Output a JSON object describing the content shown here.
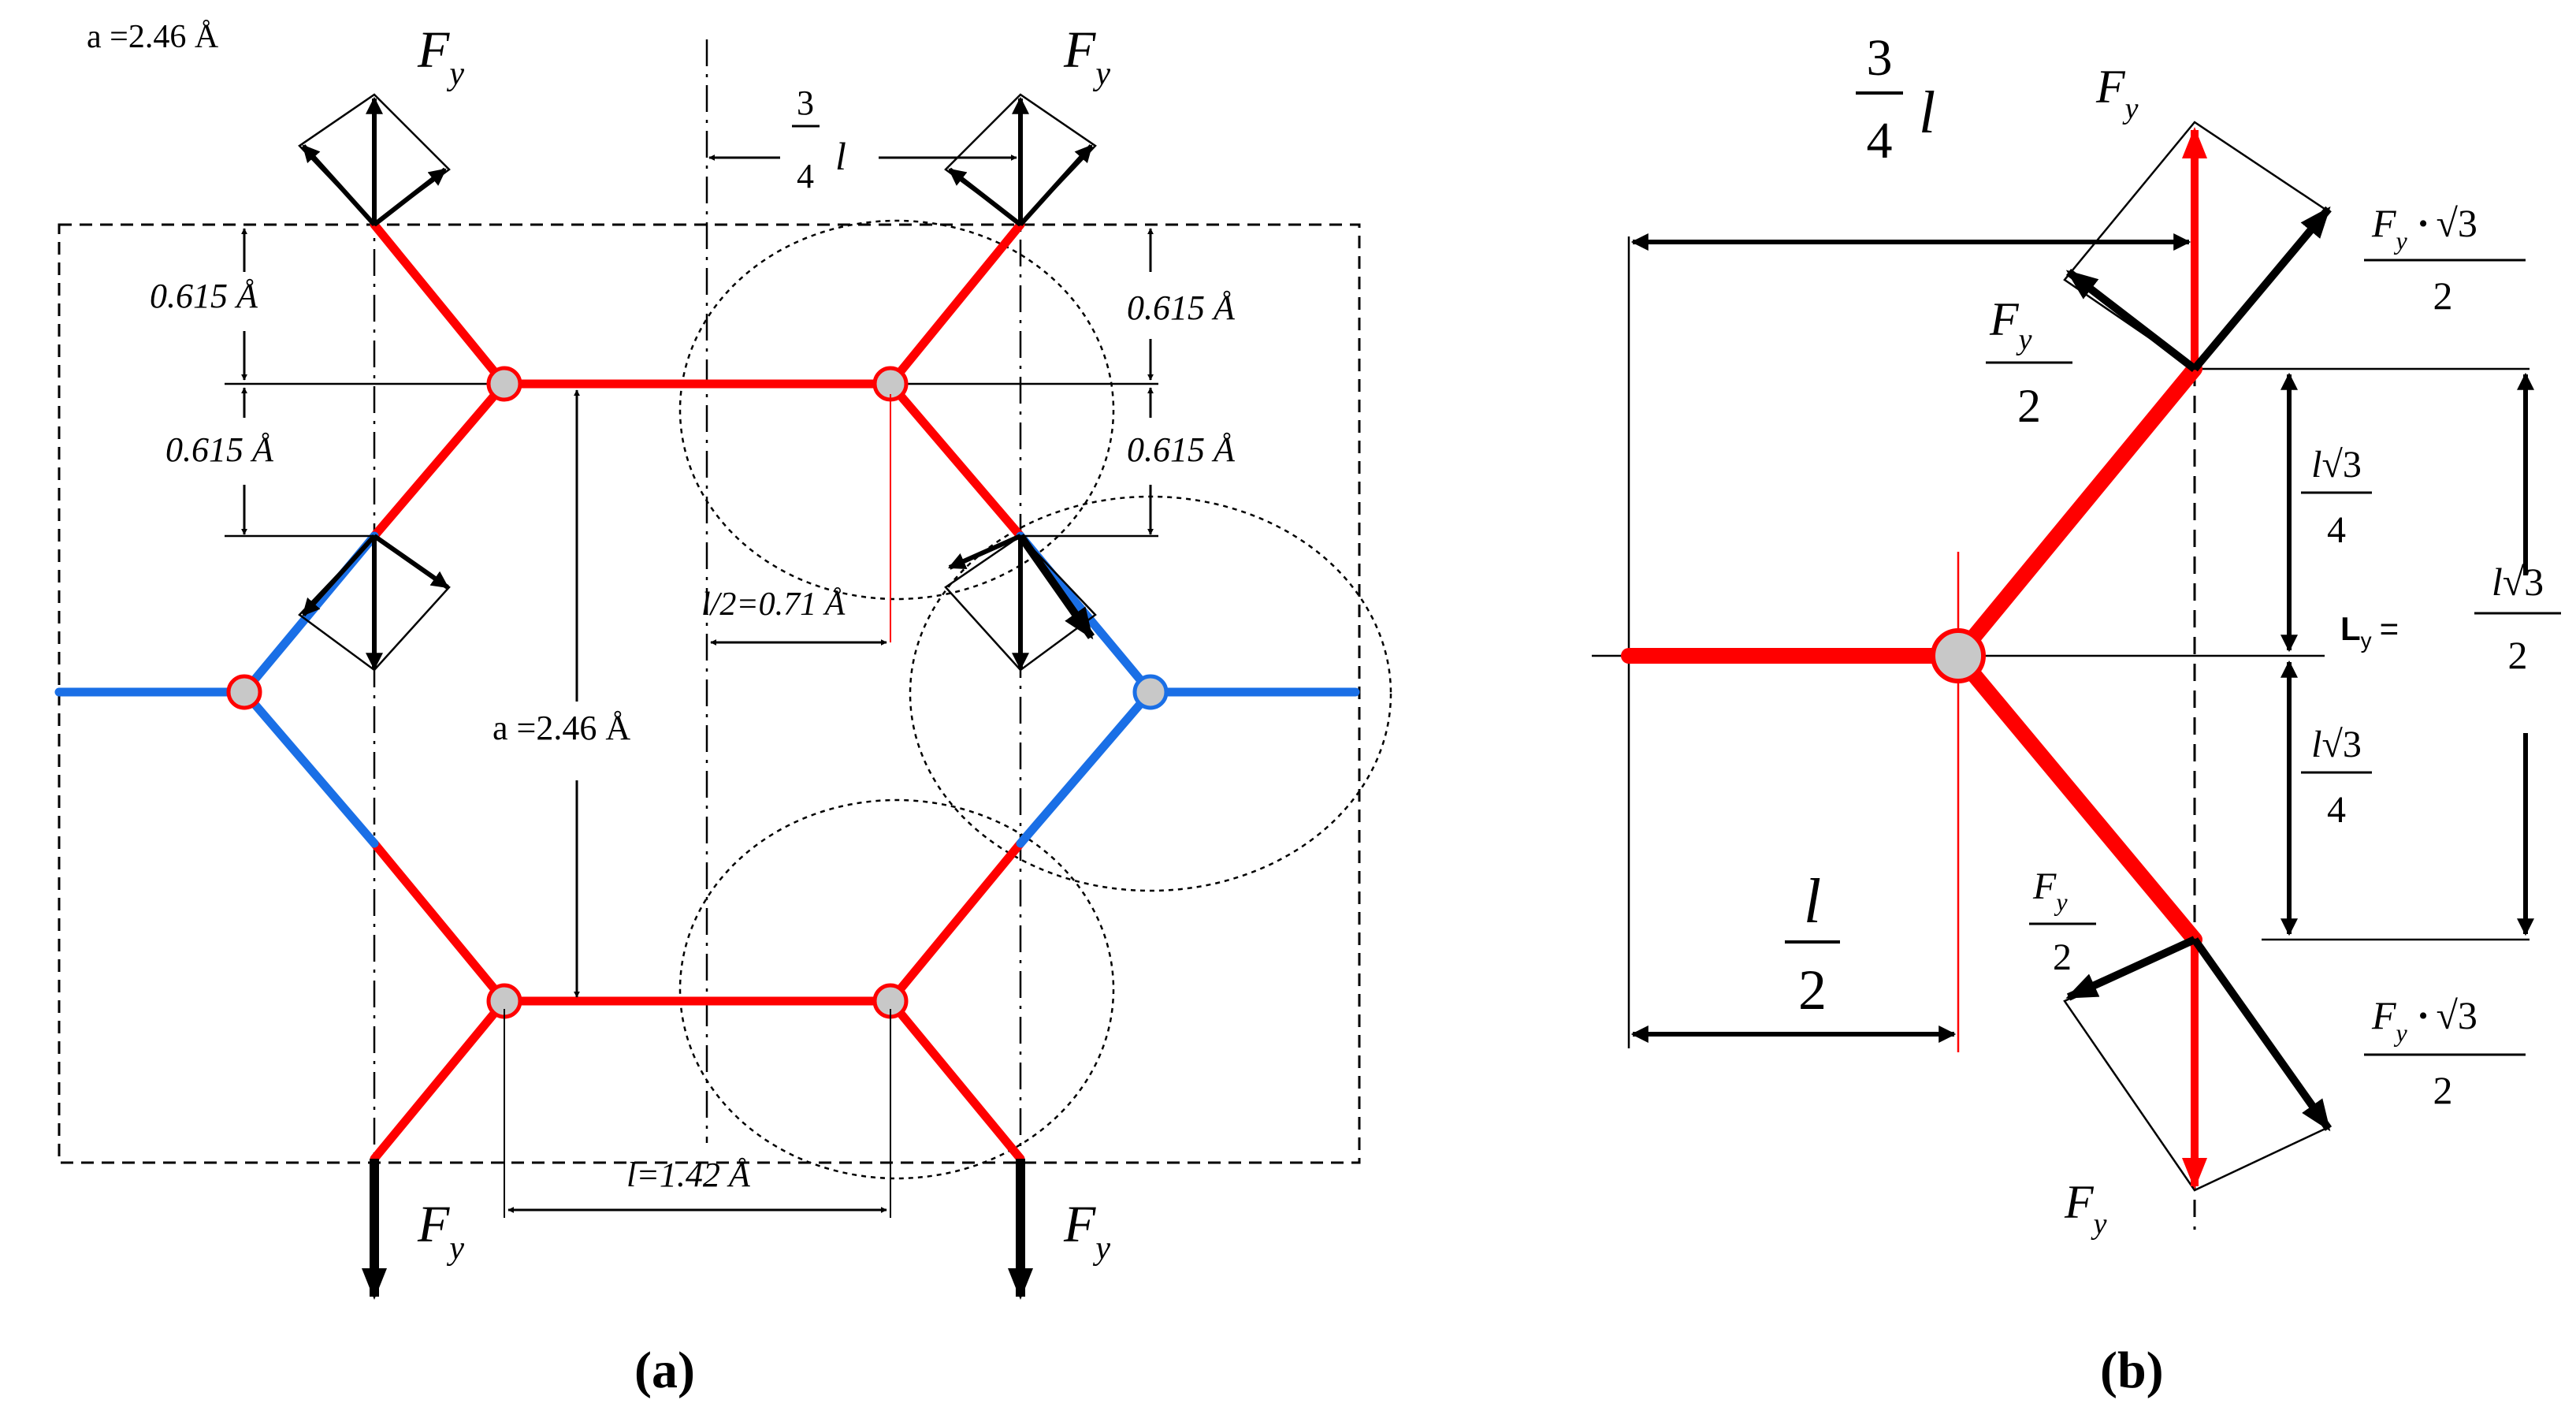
{
  "panel_a": {
    "caption": "(a)",
    "lattice_note": "a =2.46 Å",
    "force_top_left": {
      "base": "F",
      "sub": "y"
    },
    "force_top_right": {
      "base": "F",
      "sub": "y"
    },
    "force_bottom_left": {
      "base": "F",
      "sub": "y"
    },
    "force_bottom_right": {
      "base": "F",
      "sub": "y"
    },
    "dim_three_quarter": {
      "num": "3",
      "den": "4",
      "var": "l"
    },
    "dim_0615_left_upper": "0.615 Å",
    "dim_0615_left_lower": "0.615 Å",
    "dim_0615_right_upper": "0.615 Å",
    "dim_0615_right_lower": "0.615 Å",
    "dim_half_bond": "l/2=0.71 Å",
    "dim_lattice_center": "a =2.46 Å",
    "dim_bond": "l=1.42 Å",
    "colors": {
      "bond_red": "#ff0000",
      "bond_blue": "#1a6fe6",
      "atom_fill": "#c8c8c8",
      "arrow": "#000000"
    }
  },
  "panel_b": {
    "caption": "(b)",
    "dim_three_quarter": {
      "num": "3",
      "den": "4",
      "var": "l"
    },
    "label_fy_top": {
      "base": "F",
      "sub": "y"
    },
    "label_fy_bottom": {
      "base": "F",
      "sub": "y"
    },
    "label_fy_half_top": {
      "base": "F",
      "sub": "y",
      "den": "2"
    },
    "label_fy_half_bottom": {
      "base": "F",
      "sub": "y",
      "den": "2"
    },
    "label_fy_root3_top": {
      "base": "F",
      "sub": "y",
      "op": "·",
      "root": "3",
      "den": "2"
    },
    "label_fy_root3_bottom": {
      "base": "F",
      "sub": "y",
      "op": "·",
      "root": "3",
      "den": "2"
    },
    "label_quarter_upper": {
      "var": "l",
      "root": "3",
      "den": "4"
    },
    "label_quarter_lower": {
      "var": "l",
      "root": "3",
      "den": "4"
    },
    "label_ly": {
      "base": "L",
      "sub": "y",
      "eq": "="
    },
    "label_ly_value": {
      "var": "l",
      "root": "3",
      "den": "2"
    },
    "dim_half": {
      "num": "l",
      "den": "2"
    },
    "colors": {
      "bond_red": "#ff0000",
      "atom_fill": "#c8c8c8",
      "arrow": "#000000"
    }
  }
}
